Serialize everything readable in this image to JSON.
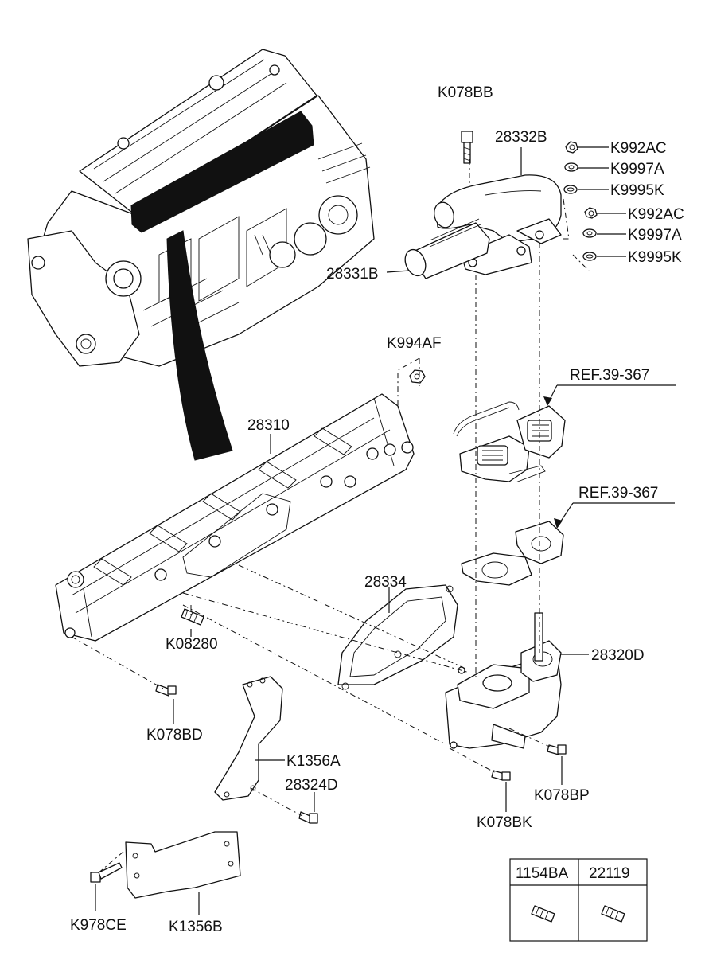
{
  "labels": {
    "k078bb": "K078BB",
    "p28332b": "28332B",
    "k992ac_1": "K992AC",
    "k9997a_1": "K9997A",
    "k9995k_1": "K9995K",
    "k992ac_2": "K992AC",
    "k9997a_2": "K9997A",
    "k9995k_2": "K9995K",
    "p28331b": "28331B",
    "k994af": "K994AF",
    "ref1": "REF.39-367",
    "p28310": "28310",
    "ref2": "REF.39-367",
    "p28334": "28334",
    "k08280": "K08280",
    "p28320d": "28320D",
    "k078bd": "K078BD",
    "k1356a": "K1356A",
    "p28324d": "28324D",
    "k078bp": "K078BP",
    "k078bk": "K078BK",
    "k978ce": "K978CE",
    "k1356b": "K1356B"
  },
  "table": {
    "headers": [
      "1154BA",
      "22119"
    ]
  }
}
